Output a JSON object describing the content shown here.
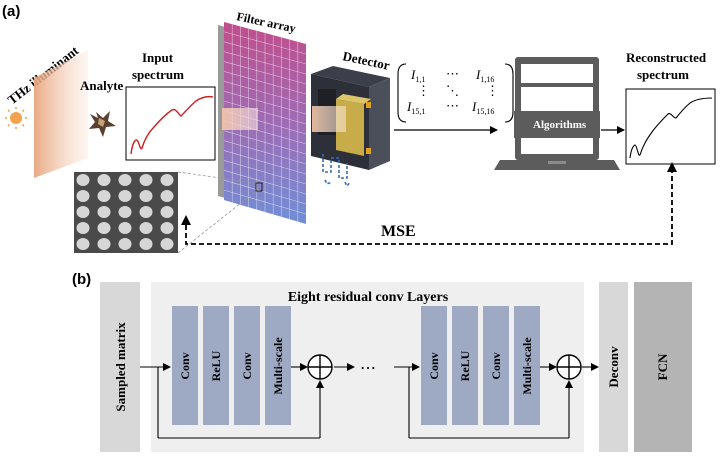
{
  "panel_a": {
    "label": "(a)",
    "thz_illuminant": "THz illuminant",
    "analyte": "Analyte",
    "input_spectrum": [
      "Input",
      "spectrum"
    ],
    "filter_array": "Filter array",
    "detector": "Detector",
    "matrix": {
      "r1c1": "I",
      "r1c1_sub": "1,1",
      "r1c2": "⋯",
      "r1c3": "I",
      "r1c3_sub": "1,16",
      "r2c1": "⋮",
      "r2c2": "⋱",
      "r2c3": "⋮",
      "r3c1": "I",
      "r3c1_sub": "15,1",
      "r3c2": "⋯",
      "r3c3": "I",
      "r3c3_sub": "15,16"
    },
    "algorithms": "Algorithms",
    "reconstructed_spectrum": [
      "Reconstructed",
      "spectrum"
    ],
    "mse": "MSE"
  },
  "panel_b": {
    "label": "(b)",
    "sampled_matrix": "Sampled matrix",
    "residual_title": "Eight residual conv Layers",
    "group1": [
      "Conv",
      "ReLU",
      "Conv",
      "Multi-scale"
    ],
    "ellipsis": "⋯",
    "group2": [
      "Conv",
      "ReLU",
      "Conv",
      "Multi-scale"
    ],
    "deconv": "Deconv",
    "fcn": "FCN"
  },
  "colors": {
    "block_blue": "#9ea9c4",
    "gray_panel": "#d8d8d8",
    "fcn_gray": "#b4b4b4",
    "residual_bg": "#efefef",
    "filter_top": "#c14d8c",
    "filter_bottom": "#6f8fd6",
    "spectrum_red": "#cc1f1f",
    "detector_gold": "#c8ac4a"
  },
  "icons": [
    "sun-icon",
    "analyte-crystal-icon",
    "laptop-icon",
    "scan-path-icon",
    "pillar-array-image"
  ]
}
